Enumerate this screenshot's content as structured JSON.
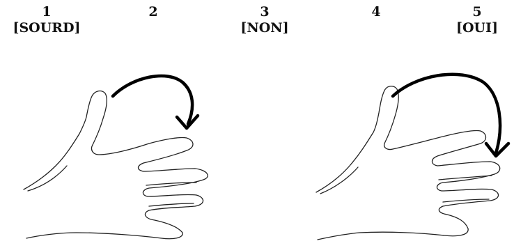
{
  "labels": [
    {
      "number": "1",
      "word": "[SOURD]"
    },
    {
      "number": "2",
      "word": ""
    },
    {
      "number": "3",
      "word": "[NON]"
    },
    {
      "number": "4",
      "word": ""
    },
    {
      "number": "5",
      "word": "[OUI]"
    }
  ],
  "figures": [
    {
      "name": "left-hand",
      "arrow_target": "index-finger"
    },
    {
      "name": "right-hand",
      "arrow_target": "second-finger"
    }
  ]
}
